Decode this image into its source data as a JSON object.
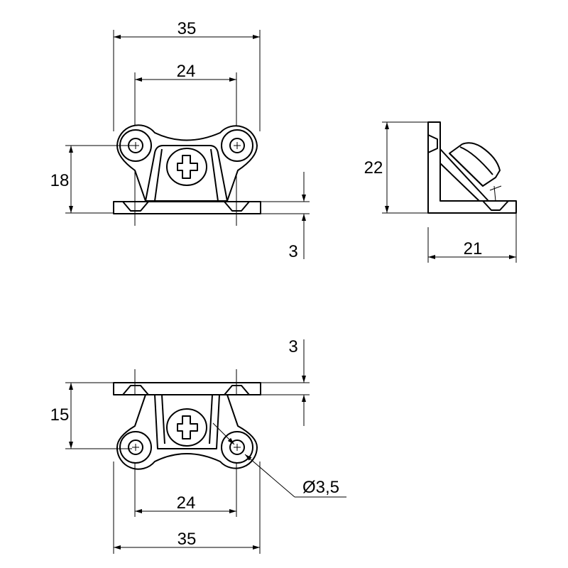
{
  "dimensions": {
    "top_view": {
      "overall_width": "35",
      "hole_spacing": "24",
      "height": "18",
      "plate_thickness": "3"
    },
    "side_view": {
      "height": "22",
      "depth": "21"
    },
    "bottom_view": {
      "plate_thickness": "3",
      "height": "15",
      "hole_diameter": "Ø3,5",
      "hole_spacing": "24",
      "overall_width": "35"
    }
  }
}
